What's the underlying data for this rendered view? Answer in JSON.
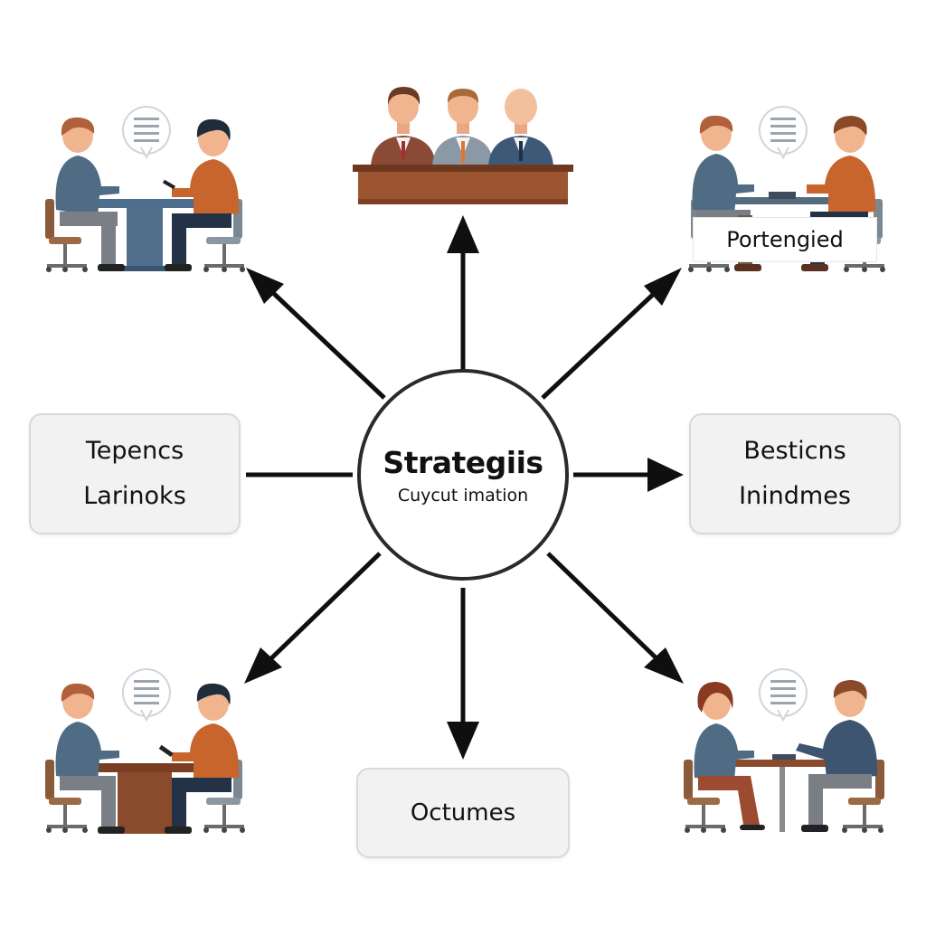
{
  "center": {
    "title": "Strategiis",
    "subtitle": "Cuycut imation"
  },
  "labels": {
    "left": [
      "Tepencs",
      "Larinoks"
    ],
    "right": [
      "Besticns",
      "Inindmes"
    ],
    "bottom": "Octumes",
    "top_right_caption": "Portengied"
  },
  "icons": {
    "top": "panel-of-three-people-icon",
    "top_left": "two-people-meeting-icon",
    "top_right": "two-people-meeting-icon",
    "bottom_left": "two-people-meeting-icon",
    "bottom_right": "two-people-meeting-icon",
    "speech": "speech-bubble-icon"
  },
  "colors": {
    "arrow": "#0f0f0f",
    "box_fill": "#f2f2f2",
    "box_border": "#d9d9d9",
    "desk_top": "#8a4a2c",
    "desk_front": "#9b5530",
    "shirt_blue": "#4f6c84",
    "shirt_orange": "#c7652c",
    "hair_brown": "#8a4a2a",
    "skin": "#f0b48e"
  }
}
